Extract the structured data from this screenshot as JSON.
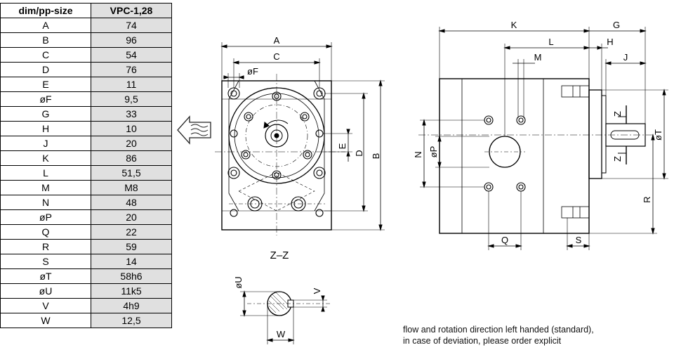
{
  "table": {
    "header_dim": "dim/pp-size",
    "header_val": "VPC-1,28",
    "rows": [
      {
        "dim": "A",
        "val": "74"
      },
      {
        "dim": "B",
        "val": "96"
      },
      {
        "dim": "C",
        "val": "54"
      },
      {
        "dim": "D",
        "val": "76"
      },
      {
        "dim": "E",
        "val": "11"
      },
      {
        "dim": "øF",
        "val": "9,5"
      },
      {
        "dim": "G",
        "val": "33"
      },
      {
        "dim": "H",
        "val": "10"
      },
      {
        "dim": "J",
        "val": "20"
      },
      {
        "dim": "K",
        "val": "86"
      },
      {
        "dim": "L",
        "val": "51,5"
      },
      {
        "dim": "M",
        "val": "M8"
      },
      {
        "dim": "N",
        "val": "48"
      },
      {
        "dim": "øP",
        "val": "20"
      },
      {
        "dim": "Q",
        "val": "22"
      },
      {
        "dim": "R",
        "val": "59"
      },
      {
        "dim": "S",
        "val": "14"
      },
      {
        "dim": "øT",
        "val": "58h6"
      },
      {
        "dim": "øU",
        "val": "11k5"
      },
      {
        "dim": "V",
        "val": "4h9"
      },
      {
        "dim": "W",
        "val": "12,5"
      }
    ]
  },
  "drawing_labels": {
    "A": "A",
    "B": "B",
    "C": "C",
    "D": "D",
    "E": "E",
    "F": "øF",
    "G": "G",
    "H": "H",
    "J": "J",
    "K": "K",
    "L": "L",
    "M": "M",
    "N": "N",
    "P": "øP",
    "Q": "Q",
    "R": "R",
    "S": "S",
    "T": "øT",
    "U": "øU",
    "V": "V",
    "W": "W",
    "Z1": "Z",
    "Z2": "Z",
    "section": "Z–Z"
  },
  "note": {
    "line1": "flow and rotation direction left handed (standard),",
    "line2": "in case of deviation, please order explicit"
  }
}
